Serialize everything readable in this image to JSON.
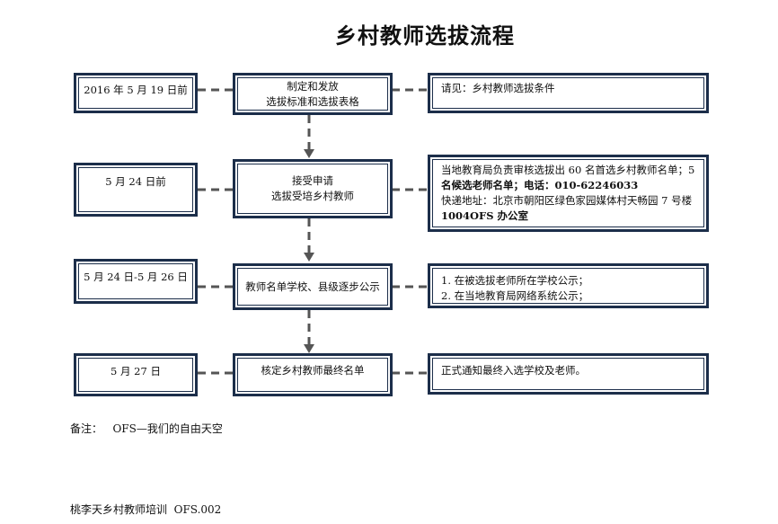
{
  "title": "乡村教师选拔流程",
  "rows": [
    {
      "date": "2016 年 5 月 19 日前",
      "step_lines": [
        "制定和发放",
        "选拔标准和选拔表格"
      ],
      "note_lines": [
        "请见：乡村教师选拔条件"
      ]
    },
    {
      "date": "5 月 24 日前",
      "step_lines": [
        "接受申请",
        "选拔受培乡村教师"
      ],
      "note_lines": [
        "当地教育局负责审核选拔出 60 名首选乡村教师名单；5",
        "名候选老师名单；电话：010-62246033",
        "快递地址：北京市朝阳区绿色家园媒体村天畅园 7 号楼",
        "1004OFS 办公室"
      ]
    },
    {
      "date": "5 月 24 日-5 月 26 日",
      "step_lines": [
        "教师名单学校、县级逐步公示"
      ],
      "note_lines": [
        "1. 在被选拔老师所在学校公示；",
        "2. 在当地教育局网络系统公示；"
      ]
    },
    {
      "date": "5 月 27 日",
      "step_lines": [
        "核定乡村教师最终名单"
      ],
      "note_lines": [
        "正式通知最终入选学校及老师。"
      ]
    }
  ],
  "remark": "备注：   OFS—我们的自由天空",
  "footer": "桃李天乡村教师培训  OFS.002"
}
